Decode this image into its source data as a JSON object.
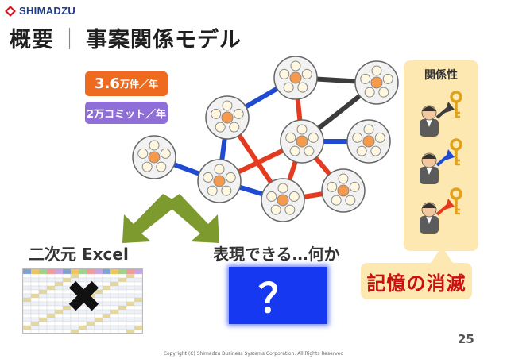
{
  "header": {
    "logo_text": "SHIMADZU",
    "logo_icon": "shimadzu-diamond-icon"
  },
  "title": {
    "part1": "概要",
    "separator": "｜",
    "part2": "事案関係モデル"
  },
  "badges": {
    "commits_main": "3.6",
    "commits_unit": "万件／年",
    "commits_per_year": "2万コミット／年"
  },
  "relation": {
    "title": "関係性",
    "people": 3
  },
  "callout": {
    "text": "記憶の消滅"
  },
  "labels": {
    "excel": "二次元 Excel",
    "other": "表現できる…何か"
  },
  "question_box": {
    "mark": "？"
  },
  "footer": {
    "page_number": "25",
    "copyright": "Copyright (C) Shimadzu Business Systems Corporation. All Rights Reserved"
  },
  "colors": {
    "title": "#1f1f1f",
    "orange_badge": "#ee6a1e",
    "purple_badge": "#8f6ed7",
    "edge_blue": "#1e4bd2",
    "edge_red": "#e33b1f",
    "edge_dark": "#3c3c3c",
    "arrow_green": "#7d9a2e",
    "panel_bg": "#fde8b2",
    "callout_text": "#cc0f0f",
    "question_bg": "#1538f0"
  }
}
